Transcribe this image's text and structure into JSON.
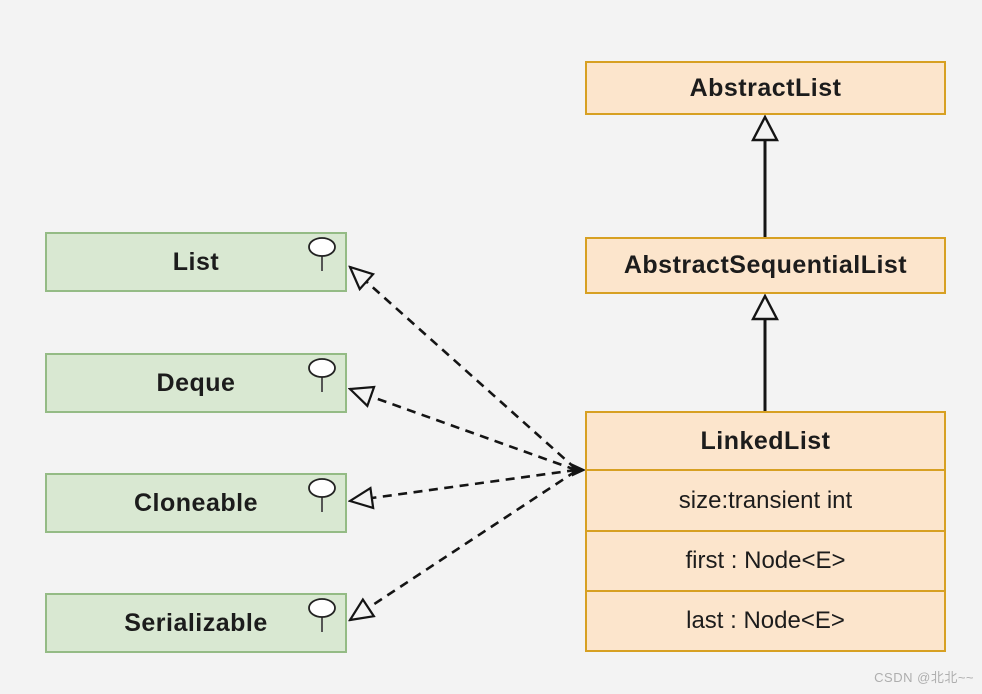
{
  "diagram": {
    "type": "uml-class-diagram",
    "subject": "Java LinkedList hierarchy"
  },
  "colors": {
    "background": "#f3f3f3",
    "class_fill": "#fce5cc",
    "class_border": "#d7a022",
    "interface_fill": "#d9e8d2",
    "interface_border": "#94bb85",
    "line": "#141414",
    "watermark": "#aeaeae"
  },
  "classes": {
    "abstract_list": {
      "name": "AbstractList"
    },
    "abstract_sequential_list": {
      "name": "AbstractSequentialList"
    },
    "linked_list": {
      "name": "LinkedList",
      "fields": [
        "size:transient int",
        "first : Node<E>",
        "last : Node<E>"
      ]
    }
  },
  "interfaces": [
    {
      "name": "List",
      "icon": "pin-icon"
    },
    {
      "name": "Deque",
      "icon": "pin-icon"
    },
    {
      "name": "Cloneable",
      "icon": "pin-icon"
    },
    {
      "name": "Serializable",
      "icon": "pin-icon"
    }
  ],
  "relationships": {
    "extends": [
      {
        "from": "AbstractSequentialList",
        "to": "AbstractList"
      },
      {
        "from": "LinkedList",
        "to": "AbstractSequentialList"
      }
    ],
    "implements": [
      {
        "from": "LinkedList",
        "to": "List"
      },
      {
        "from": "LinkedList",
        "to": "Deque"
      },
      {
        "from": "LinkedList",
        "to": "Cloneable"
      },
      {
        "from": "LinkedList",
        "to": "Serializable"
      }
    ]
  },
  "watermark": "CSDN @北北~~"
}
